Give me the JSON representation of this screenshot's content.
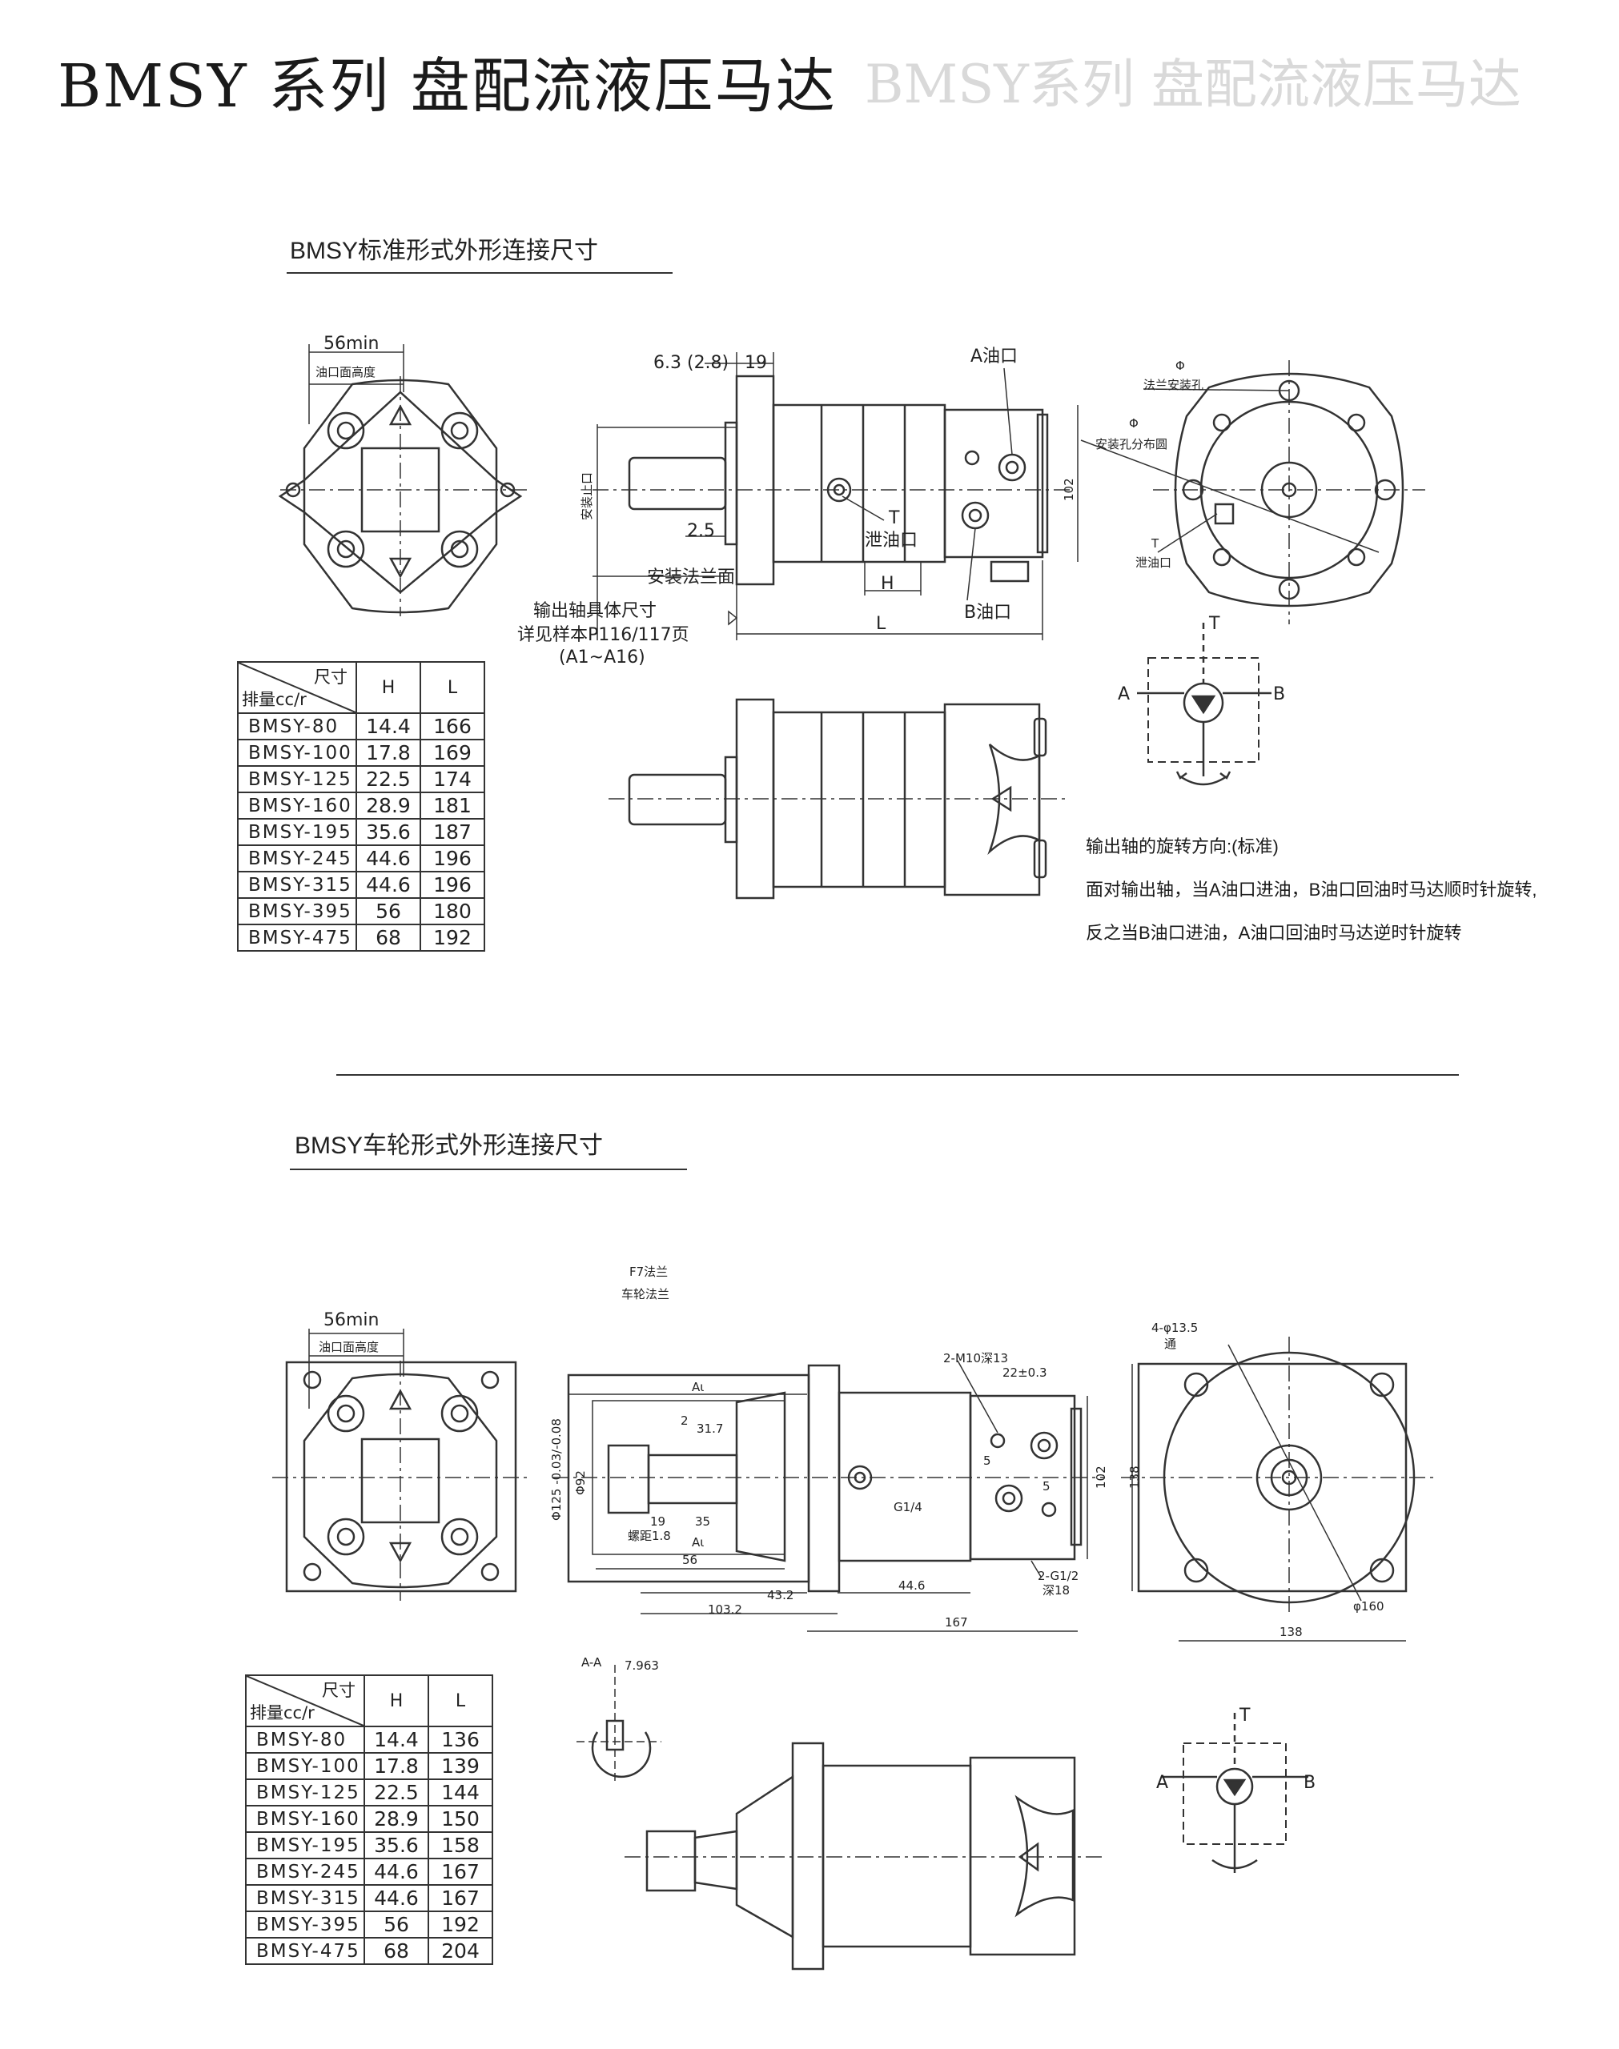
{
  "page": {
    "title": "BMSY 系列 盘配流液压马达",
    "ghost_title": "BMSY系列 盘配流液压马达"
  },
  "section_standard": {
    "title": "BMSY标准形式外形连接尺寸",
    "labels": {
      "min56": "56min",
      "port_height": "油口面高度",
      "dim_63": "6.3 (2.8)",
      "dim_19": "19",
      "port_a": "A油口",
      "port_b": "B油口",
      "drain_t": "T",
      "drain": "泄油口",
      "dim_25": "2.5",
      "pilot": "安装止口",
      "flange_face": "安装法兰面",
      "shaft_note_1": "输出轴具体尺寸",
      "shaft_note_2": "详见样本P116/117页",
      "shaft_note_3": "(A1~A16)",
      "h": "H",
      "l": "L",
      "dim_102": "102",
      "phi": "Φ",
      "flange_hole": "法兰安装孔",
      "bolt_circle": "安装孔分布圆",
      "sym_t": "T",
      "sym_a": "A",
      "sym_b": "B"
    },
    "table": {
      "header_size": "尺寸",
      "header_disp": "排量cc/r",
      "col_h": "H",
      "col_l": "L",
      "rows": [
        {
          "model": "BMSY-80",
          "h": "14.4",
          "l": "166"
        },
        {
          "model": "BMSY-100",
          "h": "17.8",
          "l": "169"
        },
        {
          "model": "BMSY-125",
          "h": "22.5",
          "l": "174"
        },
        {
          "model": "BMSY-160",
          "h": "28.9",
          "l": "181"
        },
        {
          "model": "BMSY-195",
          "h": "35.6",
          "l": "187"
        },
        {
          "model": "BMSY-245",
          "h": "44.6",
          "l": "196"
        },
        {
          "model": "BMSY-315",
          "h": "44.6",
          "l": "196"
        },
        {
          "model": "BMSY-395",
          "h": "56",
          "l": "180"
        },
        {
          "model": "BMSY-475",
          "h": "68",
          "l": "192"
        }
      ]
    },
    "rotation": {
      "heading": "输出轴的旋转方向:(标准)",
      "line1": "面对输出轴，当A油口进油，B油口回油时马达顺时针旋转,",
      "line2": "反之当B油口进油，A油口回油时马达逆时针旋转"
    }
  },
  "section_wheel": {
    "title": "BMSY车轮形式外形连接尺寸",
    "labels": {
      "min56": "56min",
      "port_height": "油口面高度",
      "f7_1": "F7法兰",
      "f7_2": "车轮法兰",
      "dim_a": "Aι",
      "dim_2": "2",
      "dim_317": "31.7",
      "phi125": "Φ125 -0.03/-0.08",
      "phi92": "Φ92",
      "dim_19": "19",
      "dim_35": "35",
      "thread": "螺距1.8",
      "dim_56": "56",
      "dim_432": "43.2",
      "dim_1032": "103.2",
      "dim_446": "44.6",
      "dim_167": "167",
      "g14": "G1/4",
      "m10": "2-M10深13",
      "dim_22": "22±0.3",
      "dim_5a": "5",
      "dim_5b": "5",
      "g12": "2-G1/2",
      "g12b": "深18",
      "dim_102": "102",
      "hole": "4-φ13.5",
      "through": "通",
      "dim_138v": "138",
      "phi160": "φ160",
      "dim_138h": "138",
      "aa": "A-A",
      "key": "7.963",
      "sym_t": "T",
      "sym_a": "A",
      "sym_b": "B"
    },
    "table": {
      "header_size": "尺寸",
      "header_disp": "排量cc/r",
      "col_h": "H",
      "col_l": "L",
      "rows": [
        {
          "model": "BMSY-80",
          "h": "14.4",
          "l": "136"
        },
        {
          "model": "BMSY-100",
          "h": "17.8",
          "l": "139"
        },
        {
          "model": "BMSY-125",
          "h": "22.5",
          "l": "144"
        },
        {
          "model": "BMSY-160",
          "h": "28.9",
          "l": "150"
        },
        {
          "model": "BMSY-195",
          "h": "35.6",
          "l": "158"
        },
        {
          "model": "BMSY-245",
          "h": "44.6",
          "l": "167"
        },
        {
          "model": "BMSY-315",
          "h": "44.6",
          "l": "167"
        },
        {
          "model": "BMSY-395",
          "h": "56",
          "l": "192"
        },
        {
          "model": "BMSY-475",
          "h": "68",
          "l": "204"
        }
      ]
    }
  }
}
